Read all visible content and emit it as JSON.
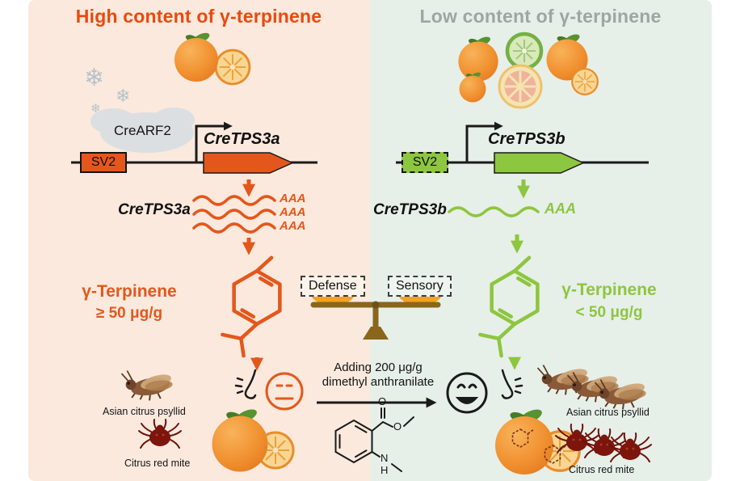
{
  "figure": {
    "left": {
      "title": "High content of γ-terpinene",
      "transcription_factor": "CreARF2",
      "promoter": "SV2",
      "gene": "CreTPS3a",
      "mrna_label": "CreTPS3a",
      "poly_a_tails": [
        "AAA",
        "AAA",
        "AAA"
      ],
      "compound": "γ-Terpinene",
      "compound_amount": "≥ 50 μg/g",
      "pest_psyllid": "Asian citrus psyllid",
      "pest_mite": "Citrus red mite"
    },
    "right": {
      "title": "Low content of γ-terpinene",
      "promoter": "SV2",
      "gene": "CreTPS3b",
      "mrna_label": "CreTPS3b",
      "poly_a_tail": "AAA",
      "compound": "γ-Terpinene",
      "compound_amount": "< 50 μg/g",
      "pest_psyllid": "Asian citrus psyllid",
      "pest_mite": "Citrus red mite"
    },
    "center": {
      "balance_left": "Defense",
      "balance_right": "Sensory",
      "treatment_line1": "Adding 200 μg/g",
      "treatment_line2": "dimethyl anthranilate",
      "atoms": {
        "carbonyl_o": "O",
        "ester_o": "O",
        "amine_n": "N",
        "amine_h": "H"
      }
    },
    "icons": {
      "snowflake": "❄"
    },
    "colors": {
      "left_background": "#fbe9dd",
      "right_background": "#e7efe9",
      "high_accent_orange": "#e4571c",
      "low_accent_green": "#8dc63f",
      "low_title_gray": "#9da7a1",
      "balance_gold": "#f2a41e",
      "balance_brown": "#8a661a"
    }
  }
}
